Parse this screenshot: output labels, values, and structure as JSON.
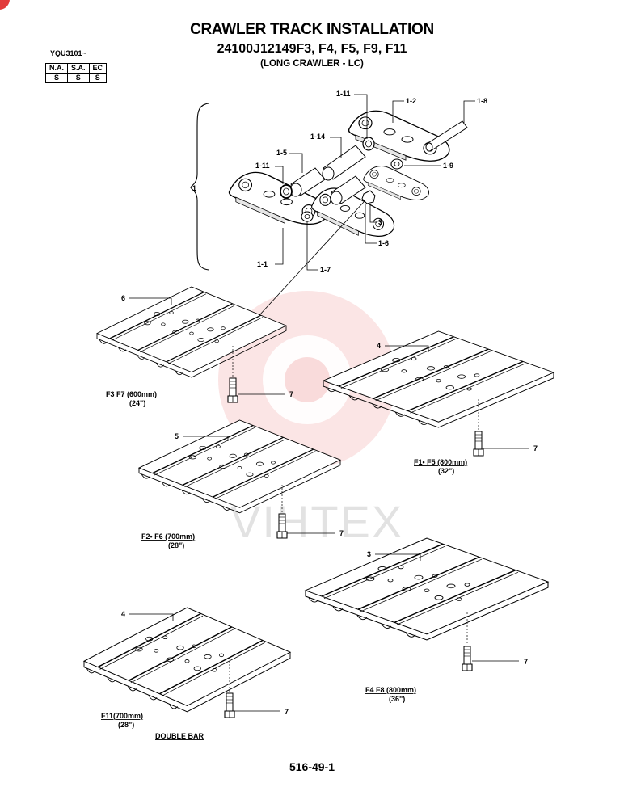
{
  "header": {
    "title": "CRAWLER TRACK INSTALLATION",
    "model": "24100J12149F3, F4, F5, F9, F11",
    "variant": "(LONG CRAWLER - LC)",
    "serial": "YQU3101~"
  },
  "region_table": {
    "headers": [
      "N.A.",
      "S.A.",
      "EC"
    ],
    "values": [
      "S",
      "S",
      "S"
    ]
  },
  "watermark": {
    "text": "VIHTEX",
    "color": "#f4b7b7"
  },
  "callouts": {
    "c1": "1",
    "c1_1": "1-1",
    "c1_2": "1-2",
    "c1_5": "1-5",
    "c1_6": "1-6",
    "c1_7": "1-7",
    "c1_8": "1-8",
    "c1_9": "1-9",
    "c1_11a": "1-11",
    "c1_11b": "1-11",
    "c1_14": "1-14",
    "c3_top": "3",
    "c6": "6",
    "c4a": "4",
    "c5": "5",
    "c3": "3",
    "c4b": "4",
    "c7a": "7",
    "c7b": "7",
    "c7c": "7",
    "c7d": "7",
    "c7e": "7"
  },
  "shoes": {
    "s6": {
      "size": "F3  F7 (600mm)",
      "inch": "(24\")"
    },
    "s4a": {
      "size": "F1• F5 (800mm)",
      "inch": "(32\")"
    },
    "s5": {
      "size": "F2• F6 (700mm)",
      "inch": "(28\")"
    },
    "s3": {
      "size": "F4  F8 (800mm)",
      "inch": "(36\")"
    },
    "s4b": {
      "size": "F11(700mm)",
      "inch": "(28\")",
      "note": "DOUBLE BAR"
    }
  },
  "footer": {
    "page": "516-49-1"
  }
}
